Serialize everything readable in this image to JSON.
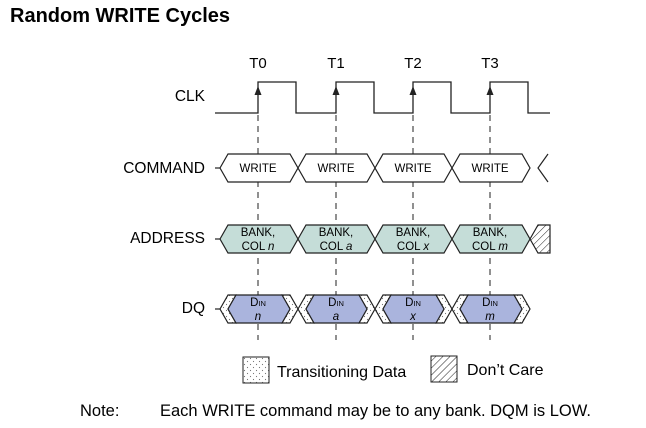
{
  "title": "Random WRITE Cycles",
  "ticks": [
    "T0",
    "T1",
    "T2",
    "T3"
  ],
  "signals": {
    "clk": "CLK",
    "command": "COMMAND",
    "address": "ADDRESS",
    "dq": "DQ"
  },
  "command_cells": [
    "WRITE",
    "WRITE",
    "WRITE",
    "WRITE"
  ],
  "address_cells": [
    {
      "line1": "BANK,",
      "line2": "COL ",
      "var": "n"
    },
    {
      "line1": "BANK,",
      "line2": "COL ",
      "var": "a"
    },
    {
      "line1": "BANK,",
      "line2": "COL ",
      "var": "x"
    },
    {
      "line1": "BANK,",
      "line2": "COL ",
      "var": "m"
    }
  ],
  "dq_cells": [
    {
      "d": "D",
      "sub": "IN",
      "var": "n"
    },
    {
      "d": "D",
      "sub": "IN",
      "var": "a"
    },
    {
      "d": "D",
      "sub": "IN",
      "var": "x"
    },
    {
      "d": "D",
      "sub": "IN",
      "var": "m"
    }
  ],
  "legend": {
    "transitioning": "Transitioning Data",
    "dont_care": "Don’t Care"
  },
  "note": {
    "label": "Note:",
    "text": "Each WRITE command may be to any bank. DQM is LOW."
  },
  "colors": {
    "address_fill": "#c5ddd8",
    "dq_fill": "#aab4dd",
    "line": "#222222"
  }
}
